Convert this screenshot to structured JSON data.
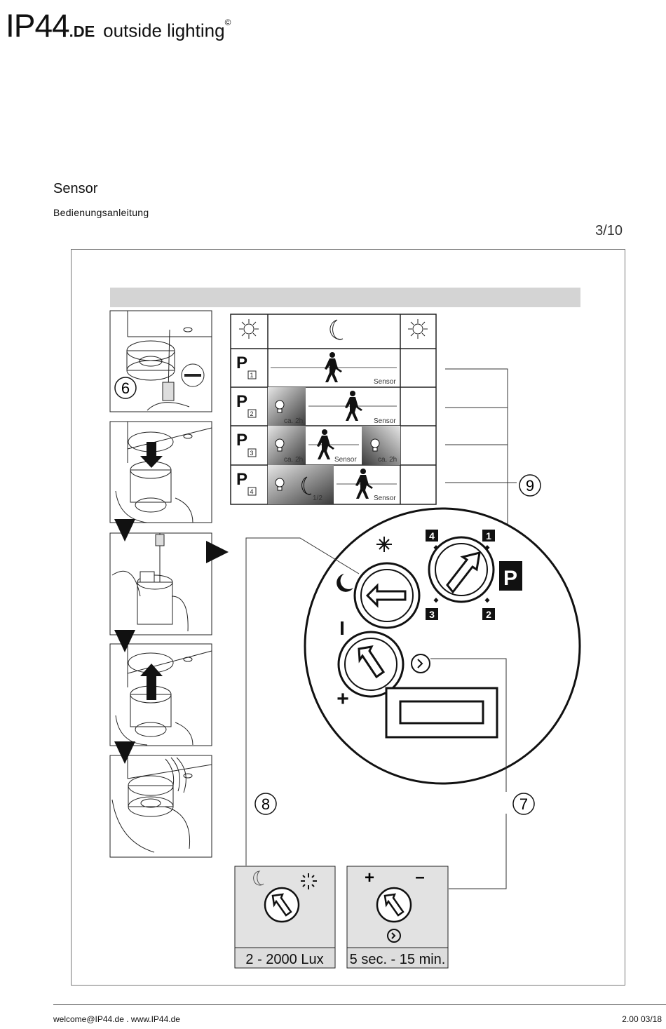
{
  "header": {
    "brand": "IP44",
    "domain_suffix": ".DE",
    "tagline": "outside lighting",
    "copyright": "©"
  },
  "document": {
    "title": "Sensor",
    "subtitle": "Bedienungsanleitung",
    "page": "3/10"
  },
  "figure": {
    "step_numbers": [
      "6",
      "7",
      "8",
      "9"
    ],
    "program_letter": "P",
    "program_rows": [
      {
        "program": "P",
        "index": "1",
        "cells": [
          "Sensor"
        ]
      },
      {
        "program": "P",
        "index": "2",
        "cells": [
          "ca. 2h",
          "Sensor"
        ]
      },
      {
        "program": "P",
        "index": "3",
        "cells": [
          "ca. 2h",
          "Sensor",
          "ca. 2h"
        ]
      },
      {
        "program": "P",
        "index": "4",
        "cells": [
          "1/2",
          "Sensor"
        ]
      }
    ],
    "dial_positions": [
      "4",
      "1",
      "3",
      "2"
    ],
    "dial_symbols": {
      "plus": "+",
      "minus": "I"
    },
    "lux_box": {
      "label": "2 - 2000 Lux"
    },
    "time_box": {
      "label": "5 sec. - 15 min.",
      "plus": "+",
      "minus": "–"
    }
  },
  "footer": {
    "contact": "welcome@IP44.de  .  www.IP44.de",
    "version": "2.00   03/18"
  }
}
